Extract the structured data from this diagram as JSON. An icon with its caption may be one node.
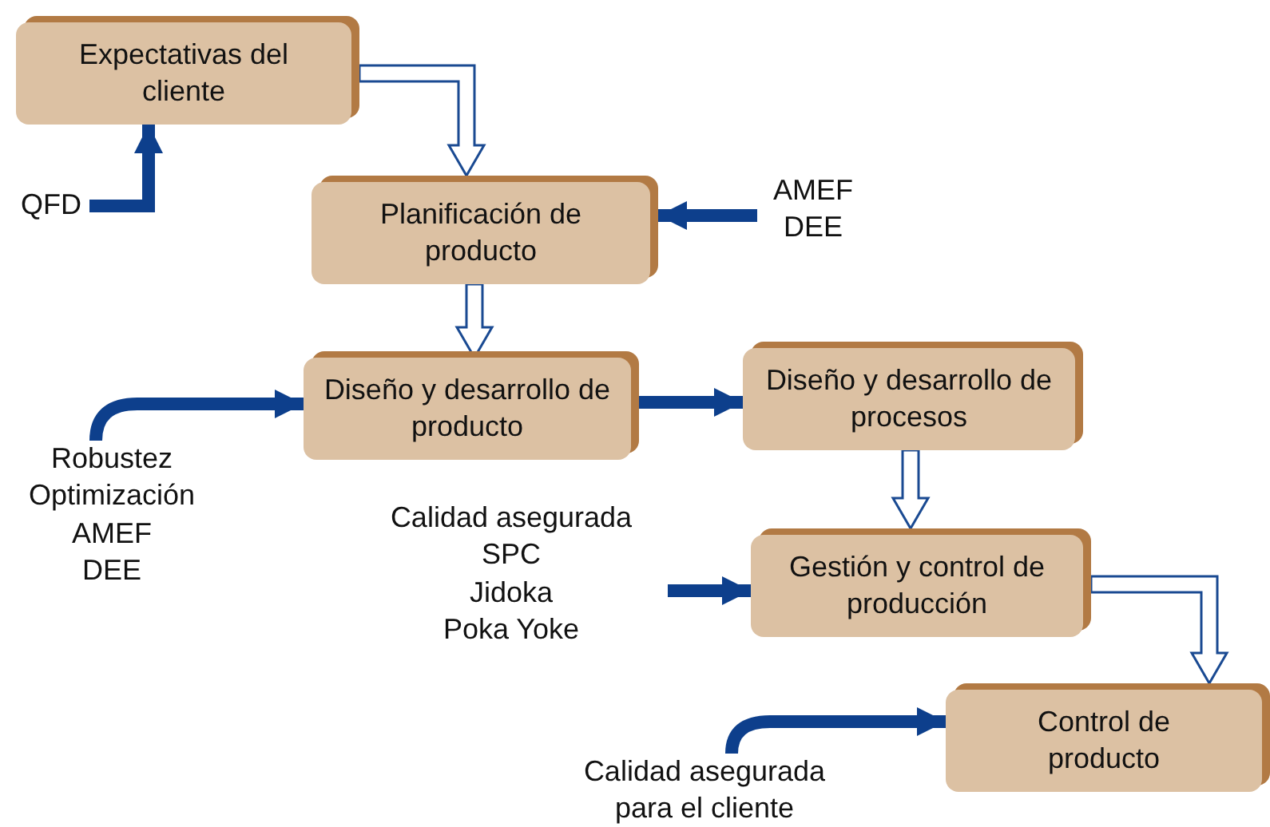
{
  "diagram": {
    "nodes": [
      {
        "text": [
          "Expectativas del cliente"
        ]
      },
      {
        "text": [
          "Planificación de producto"
        ]
      },
      {
        "text": [
          "Diseño y desarrollo de producto"
        ]
      },
      {
        "text": [
          "Diseño y desarrollo de procesos"
        ]
      },
      {
        "text": [
          "Gestión y control de producción"
        ]
      },
      {
        "text": [
          "Control de producto"
        ]
      },
      {
        "text": [
          "QFD"
        ]
      },
      {
        "text": [
          "AMEF",
          "DEE"
        ]
      },
      {
        "text": [
          "Robustez",
          "Optimización",
          "AMEF",
          "DEE"
        ]
      },
      {
        "text": [
          "Calidad asegurada",
          "SPC",
          "Jidoka",
          "Poka Yoke"
        ]
      },
      {
        "text": [
          "Calidad asegurada para el cliente"
        ]
      }
    ],
    "edges": [
      {
        "from": 0,
        "to": 1,
        "arrow": "to"
      },
      {
        "from": 1,
        "to": 2,
        "arrow": "to"
      },
      {
        "from": 2,
        "to": 3,
        "arrow": "to"
      },
      {
        "from": 3,
        "to": 4,
        "arrow": "to"
      },
      {
        "from": 4,
        "to": 5,
        "arrow": "to"
      },
      {
        "from": 6,
        "to": 0,
        "arrow": "to"
      },
      {
        "from": 7,
        "to": 1,
        "arrow": "to"
      },
      {
        "from": 8,
        "to": 2,
        "arrow": "to"
      },
      {
        "from": 9,
        "to": 4,
        "arrow": "to"
      },
      {
        "from": 10,
        "to": 5,
        "arrow": "to"
      }
    ]
  }
}
